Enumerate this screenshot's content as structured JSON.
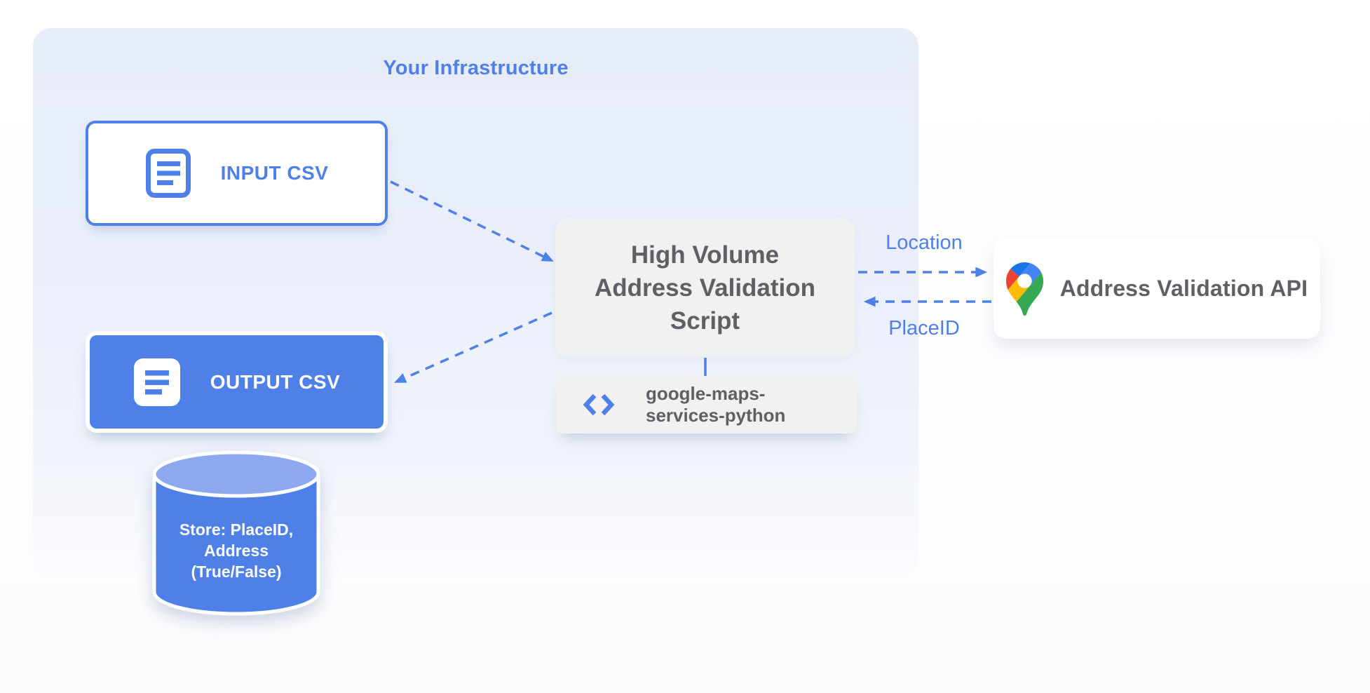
{
  "colors": {
    "blue": "#4e80e8",
    "container_bg_top": "#e7ecf9",
    "container_bg_bottom": "#fbfcfe",
    "gray_box": "#f1f1ef",
    "text_gray": "#5d6065",
    "cylinder_top": "#8ca9ef",
    "pin_red": "#ea4335",
    "pin_blue": "#4285f4",
    "pin_dark_blue": "#1a73e8",
    "pin_yellow": "#fbbc04",
    "pin_green": "#34a853"
  },
  "container": {
    "label": "Your Infrastructure"
  },
  "nodes": {
    "input_csv": {
      "label": "INPUT CSV",
      "icon": "document-outline-icon"
    },
    "output_csv": {
      "label": "OUTPUT CSV",
      "icon": "document-filled-icon"
    },
    "script": {
      "lines": [
        "High Volume",
        "Address Validation",
        "Script"
      ]
    },
    "library": {
      "lines": [
        "google-maps-",
        "services-python"
      ],
      "icon": "code-brackets-icon"
    },
    "api": {
      "label": "Address Validation API",
      "icon": "google-maps-pin-icon"
    },
    "datastore": {
      "lines": [
        "Store: PlaceID,",
        "Address",
        "(True/False)"
      ]
    }
  },
  "edges": {
    "script_to_api": {
      "label": "Location"
    },
    "api_to_script": {
      "label": "PlaceID"
    }
  }
}
